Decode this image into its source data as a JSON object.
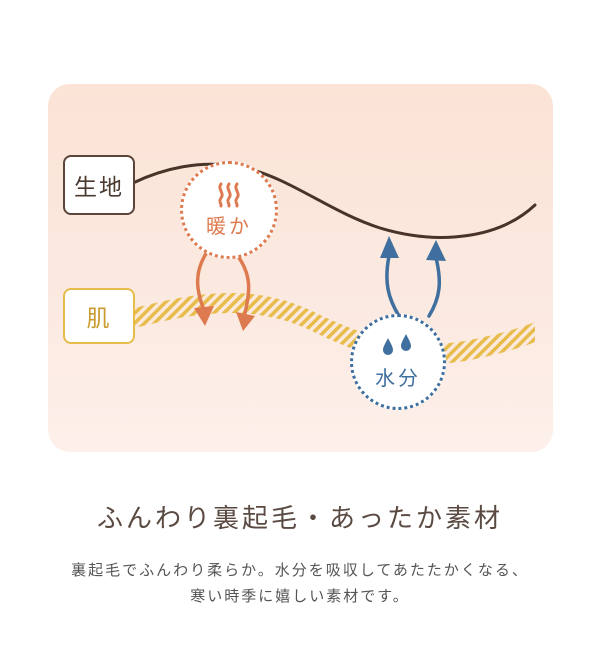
{
  "diagram": {
    "fabric_label": "生地",
    "skin_label": "肌",
    "warmth_label": "暖か",
    "moisture_label": "水分",
    "warmth_icon": "heat-waves-icon",
    "moisture_icon": "water-drops-icon",
    "colors": {
      "background": "#fbe6da",
      "fabric_line": "#4a342a",
      "skin_stripe": "#e8bc4b",
      "warm_accent": "#de7a4f",
      "water_accent": "#3f6f9e"
    }
  },
  "heading": "ふんわり裏起毛・あったか素材",
  "description": {
    "line1": "裏起毛でふんわり柔らか。水分を吸収してあたたかくなる、",
    "line2": "寒い時季に嬉しい素材です。"
  }
}
